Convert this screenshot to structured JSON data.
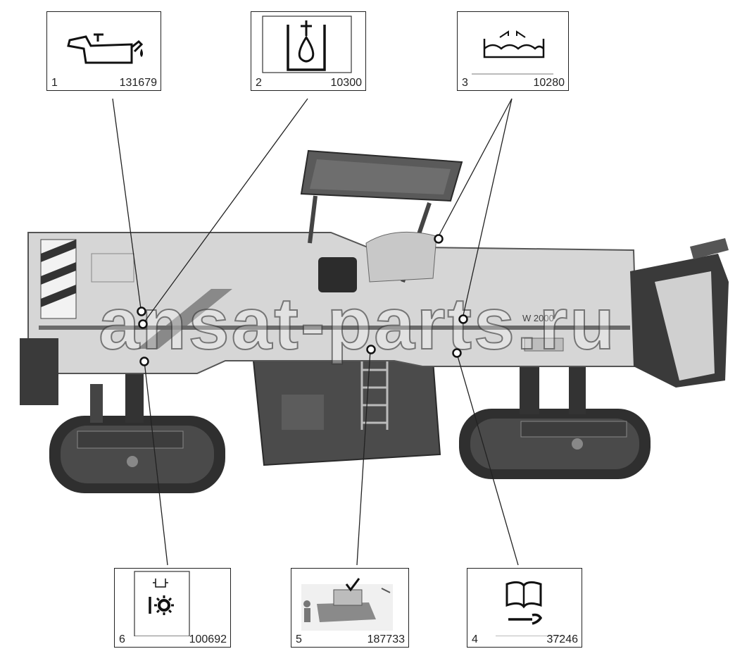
{
  "labels": [
    {
      "number": "1",
      "code": "131679",
      "icon": "oil-can-icon"
    },
    {
      "number": "2",
      "code": "10300",
      "icon": "oil-drop-tank-icon"
    },
    {
      "number": "3",
      "code": "10280",
      "icon": "coolant-level-icon"
    },
    {
      "number": "4",
      "code": "37246",
      "icon": "manual-wrench-icon"
    },
    {
      "number": "5",
      "code": "187733",
      "icon": "machine-check-icon"
    },
    {
      "number": "6",
      "code": "100692",
      "icon": "gear-fluid-icon"
    }
  ],
  "watermark": "ansat-parts.ru",
  "machine_badge": "W 2000",
  "colors": {
    "line": "#222222",
    "machine_light": "#d6d6d6",
    "machine_dark": "#3a3a3a"
  }
}
